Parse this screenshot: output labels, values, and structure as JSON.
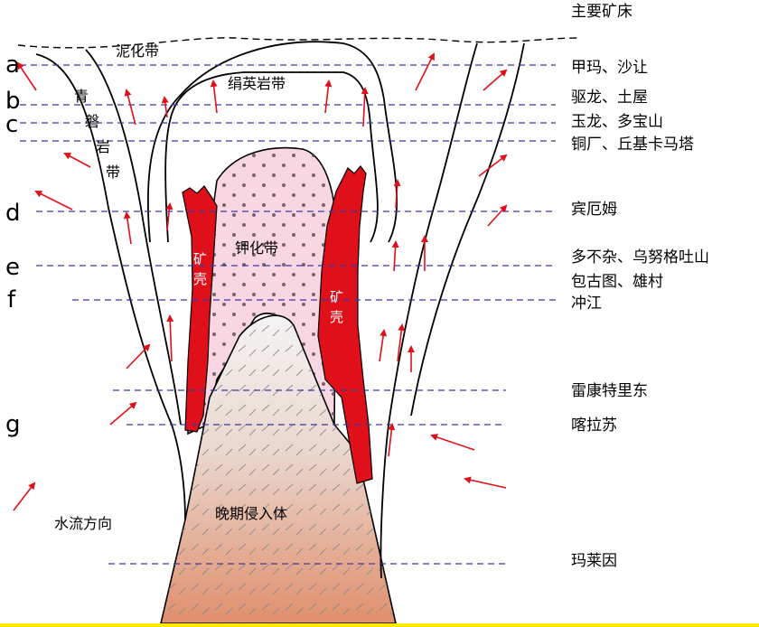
{
  "header": {
    "title": "主要矿床"
  },
  "levels": [
    {
      "letter": "a",
      "deposit": "甲玛、沙让"
    },
    {
      "letter": "b",
      "deposit": "驱龙、土屋"
    },
    {
      "letter": "c",
      "deposit": "玉龙、多宝山"
    },
    {
      "letter": "",
      "deposit": "铜厂、丘基卡马塔"
    },
    {
      "letter": "d",
      "deposit": "宾厄姆"
    },
    {
      "letter": "e",
      "deposit": "多不杂、乌努格吐山"
    },
    {
      "letter": "",
      "deposit": "包古图、雄村"
    },
    {
      "letter": "f",
      "deposit": "冲江"
    },
    {
      "letter": "",
      "deposit": "雷康特里东"
    },
    {
      "letter": "g",
      "deposit": "喀拉苏"
    },
    {
      "letter": "",
      "deposit": "玛莱因"
    }
  ],
  "zones": {
    "argillic": "泥化带",
    "phyllic": "绢英岩带",
    "propylitic": [
      "青",
      "磐",
      "岩",
      "带"
    ],
    "potassic": "钾化带",
    "intrusion": "晚期侵入体",
    "ore_shell_left": [
      "矿",
      "壳"
    ],
    "ore_shell_right": [
      "矿",
      "壳"
    ]
  },
  "legend": {
    "flow": "水流方向"
  },
  "colors": {
    "ore": "#e0101a",
    "potassic": "#f7d3e0",
    "arrow": "#e0101a",
    "level_line": "#3a3aa0"
  }
}
